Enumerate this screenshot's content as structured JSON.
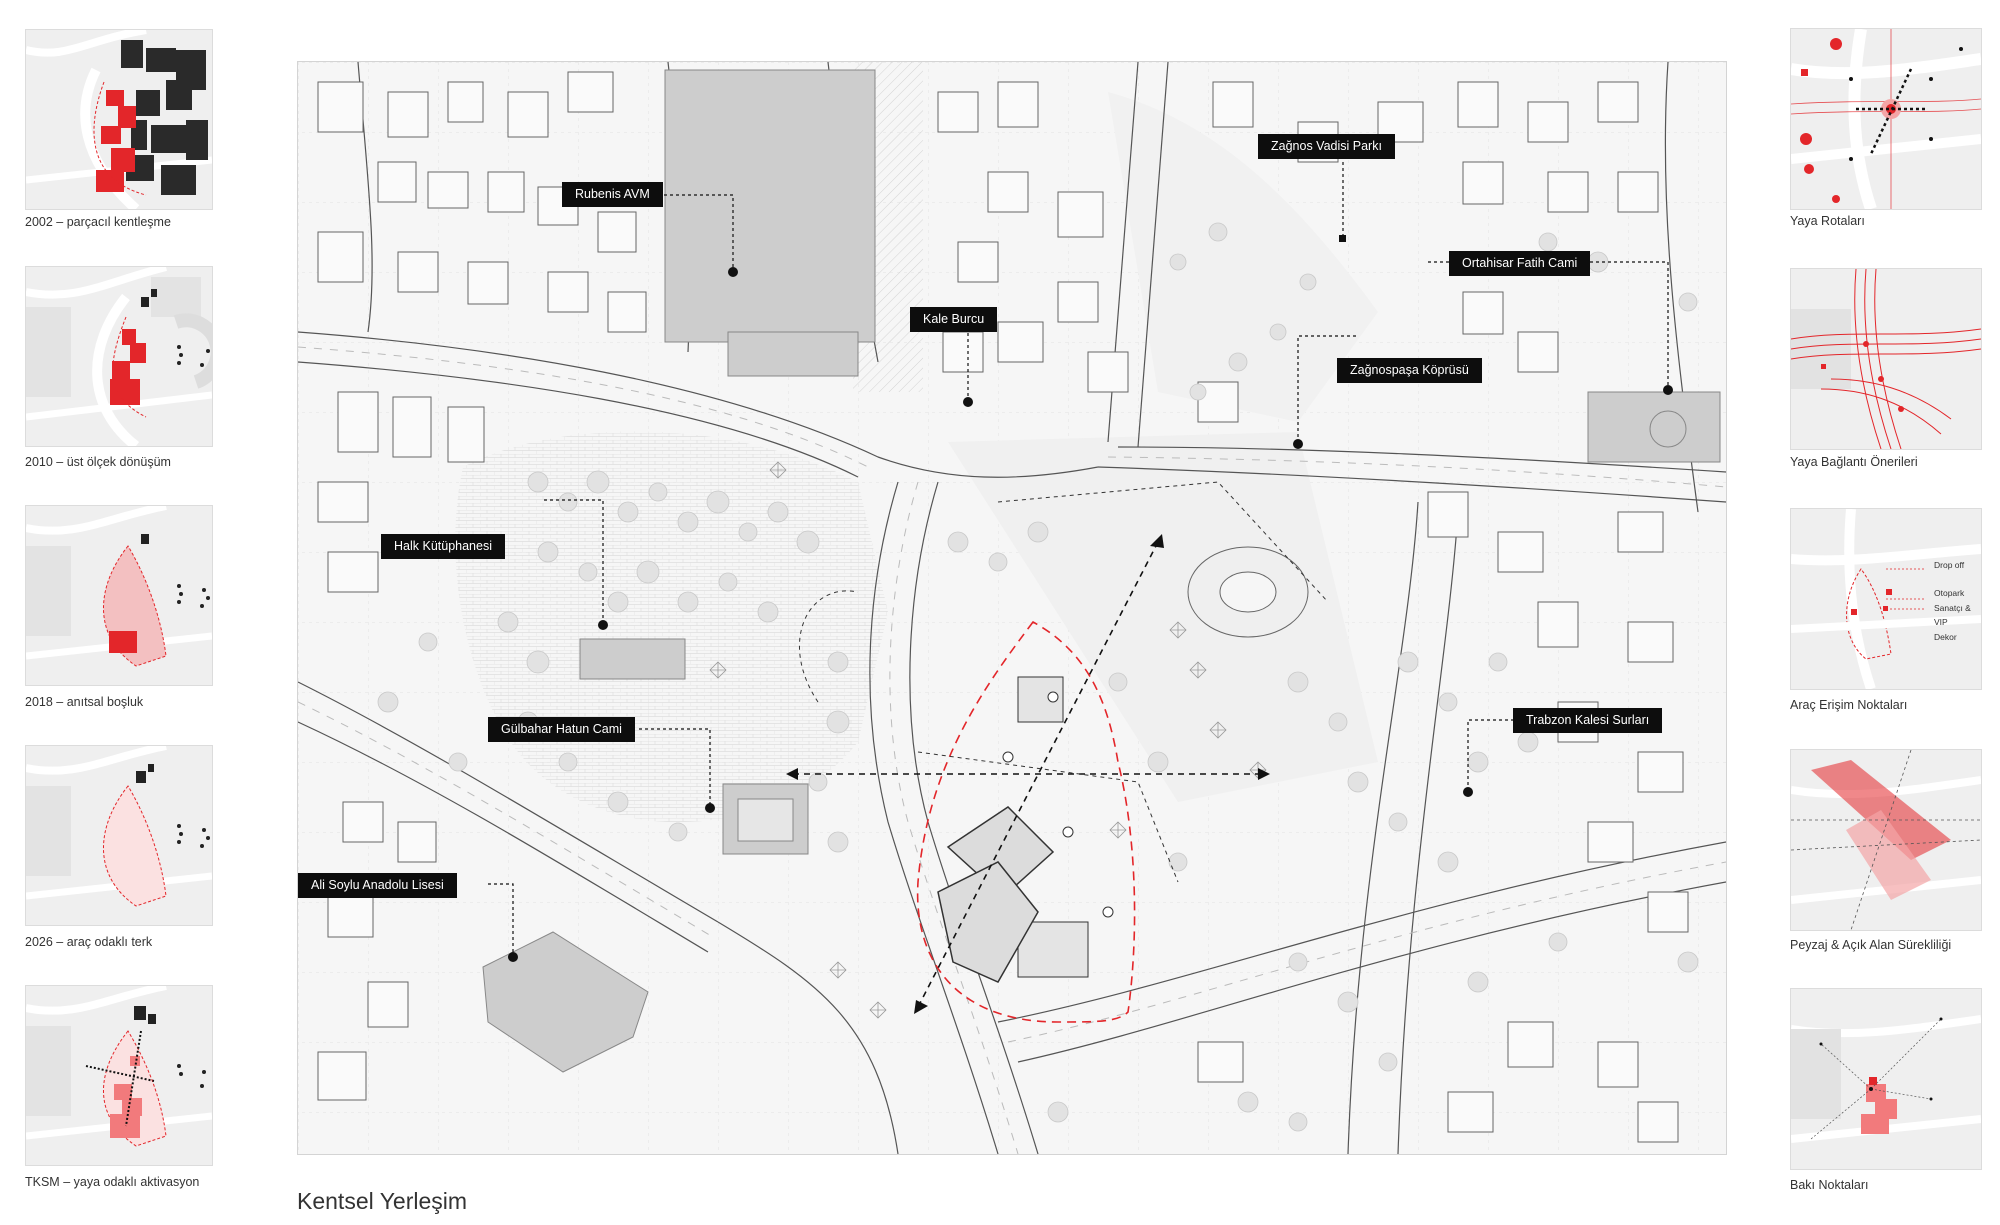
{
  "colors": {
    "accent_red": "#e3262a",
    "building_grey": "#c9c9c9",
    "ink": "#111111",
    "ground": "#f6f6f6"
  },
  "title": "Kentsel Yerleşim",
  "left_panels": [
    {
      "caption": "2002 – parçacıl kentleşme"
    },
    {
      "caption": "2010 – üst ölçek dönüşüm"
    },
    {
      "caption": "2018 – anıtsal boşluk"
    },
    {
      "caption": "2026 – araç odaklı terk"
    },
    {
      "caption": "TKSM – yaya odaklı aktivasyon"
    }
  ],
  "right_panels": [
    {
      "caption": "Yaya Rotaları"
    },
    {
      "caption": "Yaya Bağlantı Önerileri"
    },
    {
      "caption": "Araç Erişim Noktaları",
      "legend": [
        "Drop off",
        "Otopark",
        "Sanatçı &",
        "VIP",
        "Dekor"
      ]
    },
    {
      "caption": "Peyzaj & Açık Alan Sürekliliği"
    },
    {
      "caption": "Bakı Noktaları"
    }
  ],
  "map_labels": {
    "rubenis": "Rubenis AVM",
    "zagnos_park": "Zağnos Vadisi Parkı",
    "ortahisar": "Ortahisar Fatih Cami",
    "kale_burcu": "Kale Burcu",
    "zagnospasa": "Zağnospaşa Köprüsü",
    "halk_kutuphanesi": "Halk Kütüphanesi",
    "gulbahar": "Gülbahar Hatun Cami",
    "trabzon_kalesi": "Trabzon Kalesi Surları",
    "ali_soylu": "Ali Soylu Anadolu Lisesi"
  }
}
